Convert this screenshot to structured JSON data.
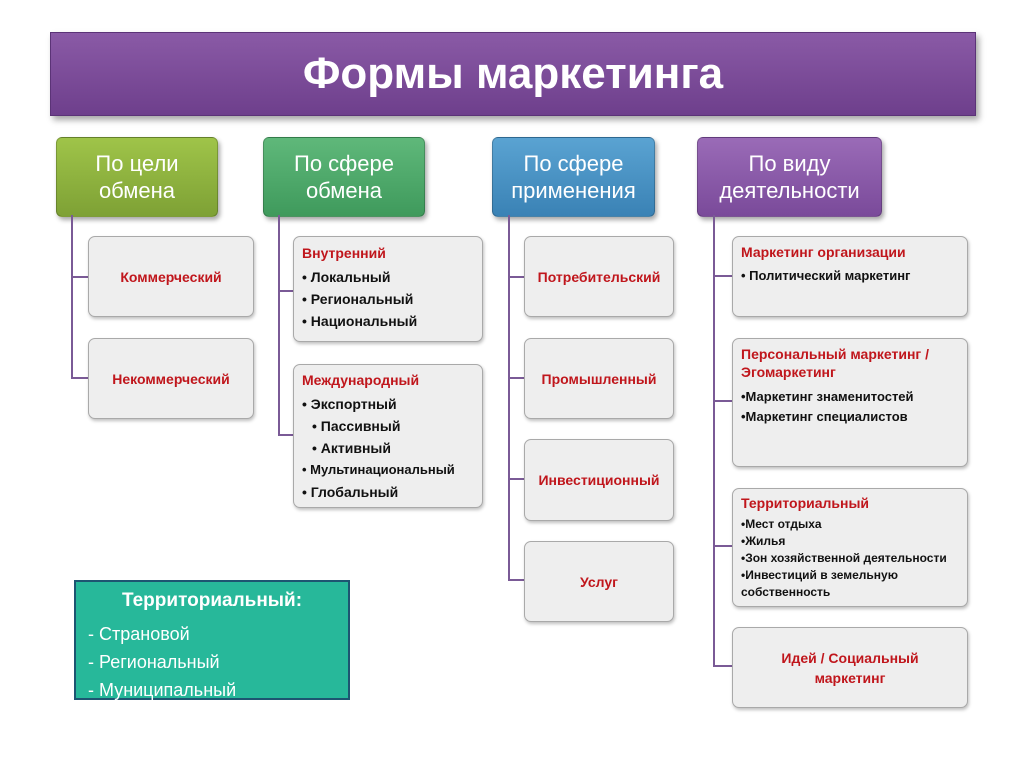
{
  "title": "Формы маркетинга",
  "categories": [
    "По цели\nобмена",
    "По сфере\nобмена",
    "По сфере\nприменения",
    "По виду\nдеятельности"
  ],
  "col1": {
    "items": [
      "Коммерческий",
      "Некоммерческий"
    ]
  },
  "col2": {
    "internal": {
      "heading": "Внутренний",
      "items": [
        "• Локальный",
        "• Региональный",
        "• Национальный"
      ]
    },
    "international": {
      "heading": "Международный",
      "items": [
        "• Экспортный",
        "• Пассивный",
        "• Активный",
        "• Мультинациональный",
        "• Глобальный"
      ]
    }
  },
  "col3": {
    "items": [
      "Потребительский",
      "Промышленный",
      "Инвестиционный",
      "Услуг"
    ]
  },
  "col4": {
    "org": {
      "heading": "Маркетинг организации",
      "items": [
        "• Политический маркетинг"
      ]
    },
    "personal": {
      "heading": "Персональный маркетинг / Эгомаркетинг",
      "items": [
        "•Маркетинг знаменитостей",
        "•Маркетинг специалистов"
      ]
    },
    "territorial": {
      "heading": "Территориальный",
      "items": [
        "•Мест отдыха",
        "•Жилья",
        "•Зон хозяйственной деятельности",
        "•Инвестиций в земельную собственность"
      ]
    },
    "ideas": "Идей / Социальный маркетинг"
  },
  "territorial_note": {
    "heading": "Территориальный:",
    "items": [
      "-  Страновой",
      "-  Региональный",
      "-  Муниципальный"
    ]
  },
  "colors": {
    "title_bg": "#7a4a9a",
    "cat1": "#8db33e",
    "cat2": "#4aa86a",
    "cat3": "#4b92c4",
    "cat4": "#8a5aa6",
    "accent_red": "#c0161c",
    "note_bg": "#27b89a"
  }
}
